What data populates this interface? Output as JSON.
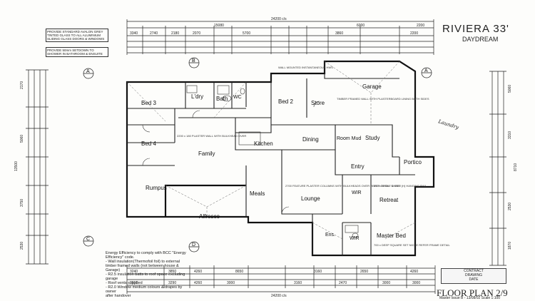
{
  "title": {
    "model": "RIVIERA 33'",
    "variant": "DAYDREAM",
    "sheet": "FLOOR PLAN 2/9",
    "issue": "Master Issue B - 13/08/02  Scale 1:100"
  },
  "notes": {
    "glass": "PROVIDE STANDARD AVALON GREY TINTED GLASS TO ALL ALUMINIUM SLIDING GLASS DOORS & WINDOWS",
    "shower": "PROVIDE 50mm SETDOWN TO SHOWER IN BATHROOM & ENSUITE",
    "energy": [
      "Energy Efficiency to comply with BCC \"Energy",
      "Efficiency\" code.",
      "- Wall insulation(Thermofoil foil) to external",
      "timber framed walls (not between house &",
      "Garage)",
      "- R2.5 insulation batts to roof space excluding",
      "garage",
      "- Roof vents supplied",
      "- R2.0 Window medium colours & drapes by owner",
      "after handover"
    ]
  },
  "stamp": [
    "CONTRACT",
    "DRAWING",
    "DATE"
  ],
  "total_dimension": "24200 c/s",
  "top_dimensions": [
    "15080",
    "6000",
    "2200"
  ],
  "top_sub_dimensions": [
    "3340",
    "2740",
    "2180",
    "2070",
    "5700",
    "3860",
    "2200"
  ],
  "bottom_dimensions": [
    "3240",
    "3850",
    "4260",
    "8650",
    "3160",
    "2650",
    "4260"
  ],
  "bottom_sub_dimensions": [
    "3910",
    "3290",
    "4260",
    "3000",
    "3160",
    "2470",
    "3000",
    "3000"
  ],
  "left_dimensions": [
    "2170",
    "5060",
    "13500",
    "3750",
    "2530"
  ],
  "right_dimensions": [
    "5060",
    "3310",
    "8710",
    "2530",
    "1870"
  ],
  "section_markers": [
    "A",
    "B",
    "C",
    "D"
  ],
  "rooms": [
    {
      "name": "L'dry"
    },
    {
      "name": "Bath"
    },
    {
      "name": "WC"
    },
    {
      "name": "Bed 3"
    },
    {
      "name": "Bed 2"
    },
    {
      "name": "Store"
    },
    {
      "name": "Garage"
    },
    {
      "name": "Bed 4"
    },
    {
      "name": "Family"
    },
    {
      "name": "Kitchen"
    },
    {
      "name": "Dining"
    },
    {
      "name": "Room Mud"
    },
    {
      "name": "Study"
    },
    {
      "name": "Entry"
    },
    {
      "name": "Portico"
    },
    {
      "name": "Rumpus"
    },
    {
      "name": "Meals"
    },
    {
      "name": "Lounge"
    },
    {
      "name": "WIR"
    },
    {
      "name": "Retreat"
    },
    {
      "name": "Alfresco"
    },
    {
      "name": "Ens."
    },
    {
      "name": "WIR"
    },
    {
      "name": "Master Bed"
    }
  ],
  "annotations": {
    "garage": "TIMBER FRAMED WALL WITH PLASTERBOARD LINING BOTH SIDES",
    "wall_mounted": "WALL MOUNTED INSTANTANEOUS HWS",
    "plaster": "2200 x 180 PLASTER WALL WITH BULKHEAD OVER",
    "lounge": "2700 FEATURE PLASTER COLUMNS WITH BULKHEADS OVER REFER DETAIL SHEET",
    "retreat": "600 x SHELF & 1500 (H) HANGING RAIL",
    "master": "700 x DEEP SQUARE SET NICHE REFER FRAME DETAIL",
    "handwritten": "Laundry"
  }
}
